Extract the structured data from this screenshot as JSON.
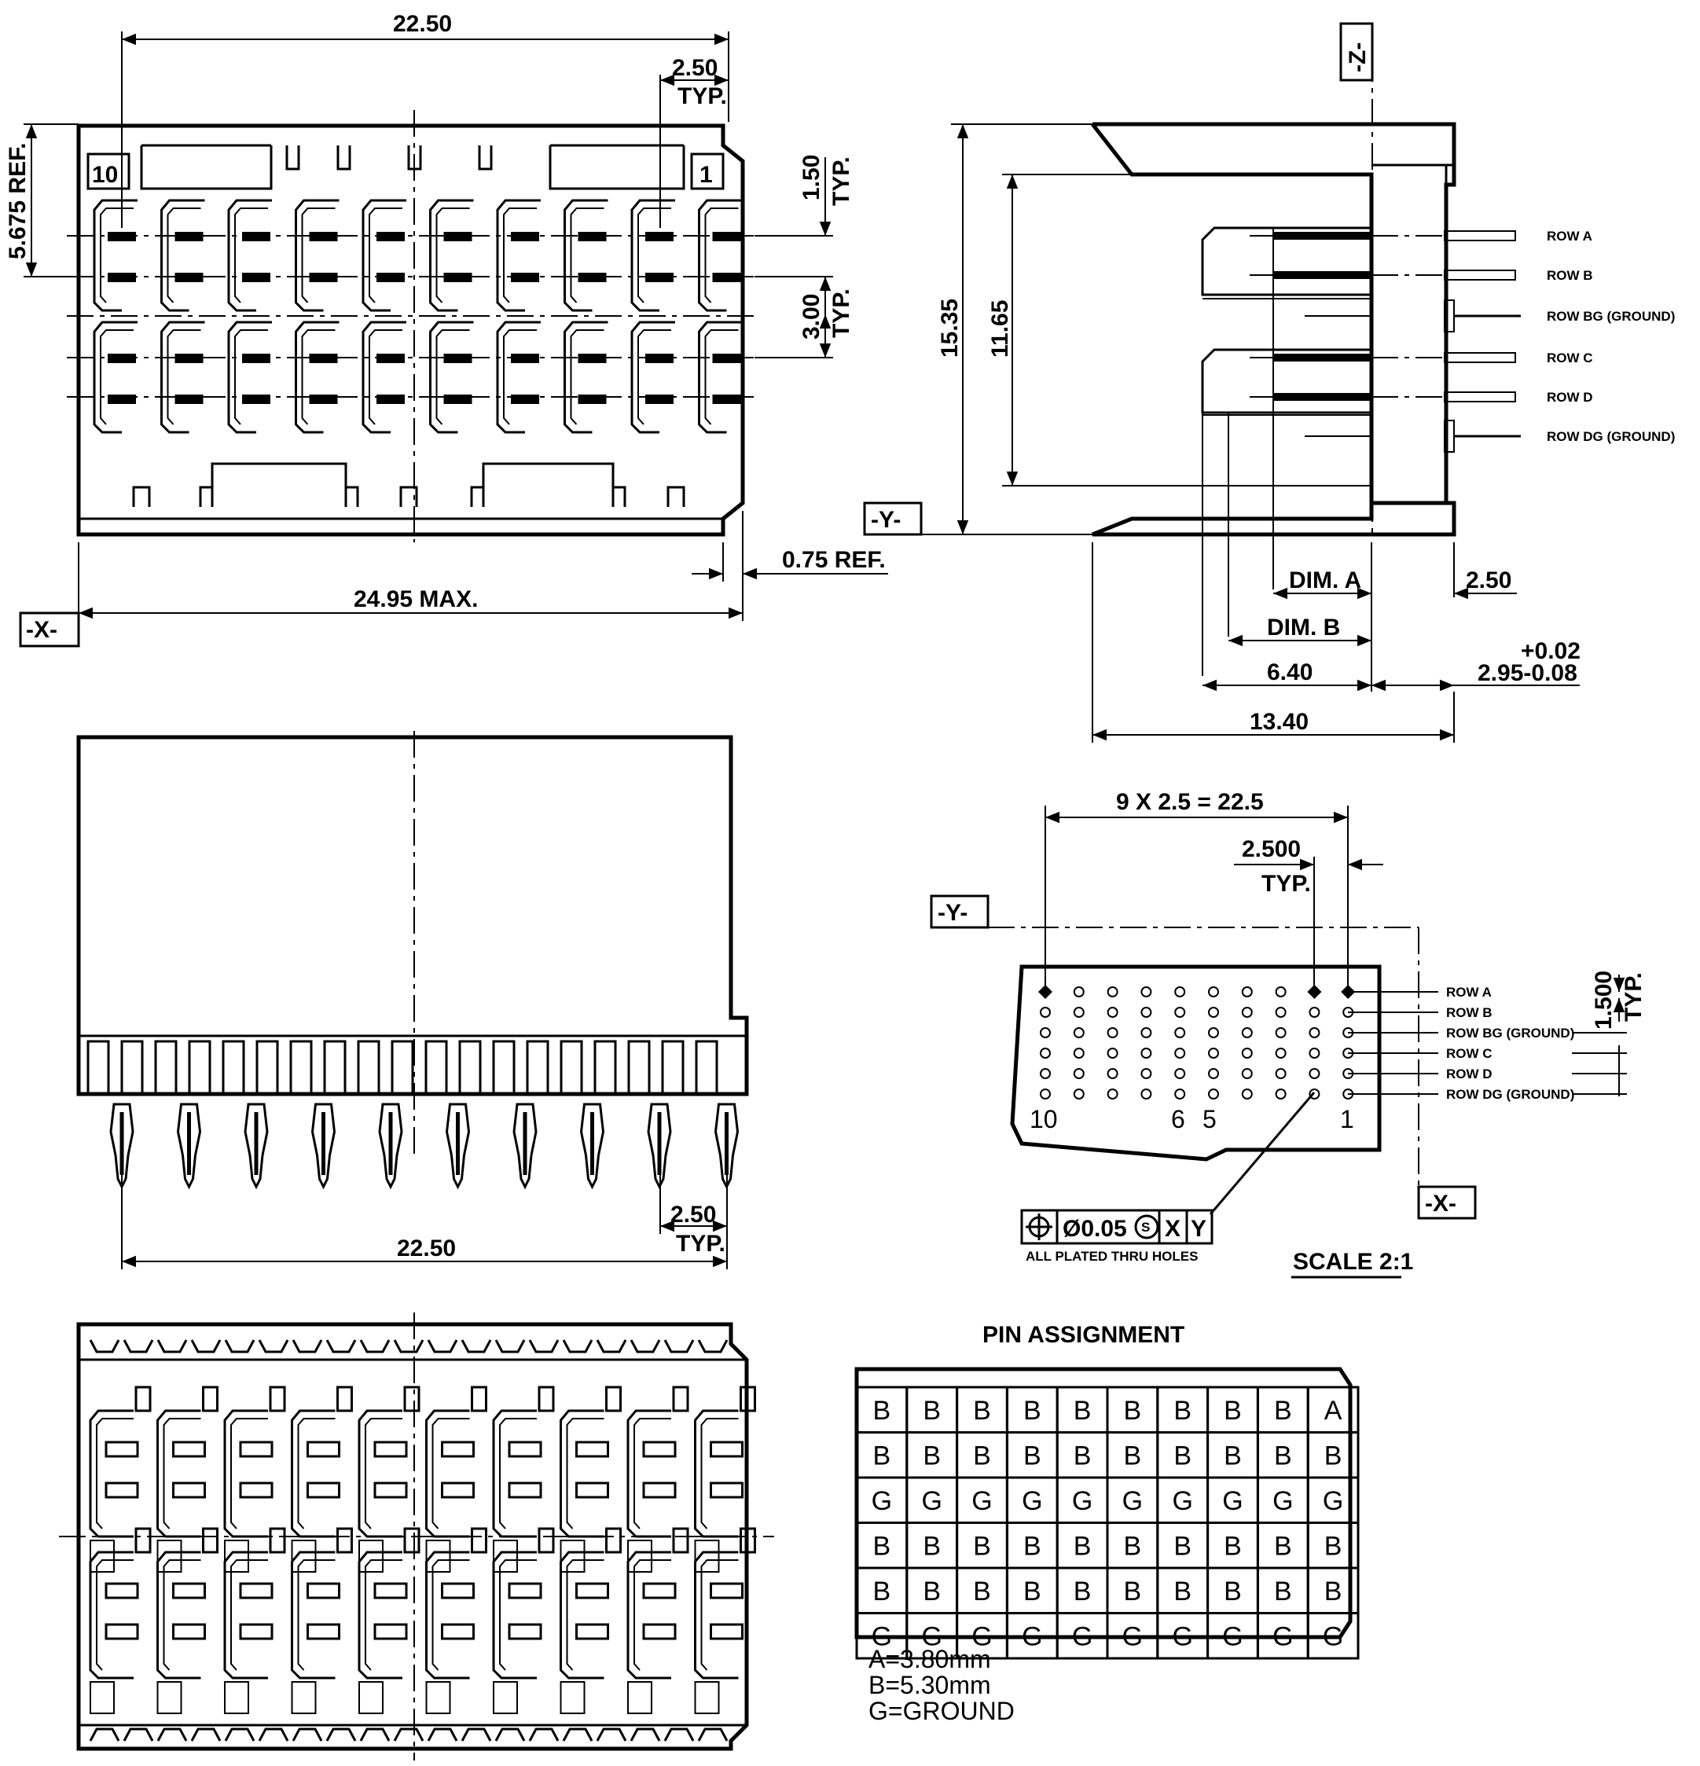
{
  "top_view": {
    "dim_width": "22.50",
    "dim_pitch": "2.50",
    "dim_pitch_note": "TYP.",
    "dim_ref_height": "5.675 REF.",
    "dim_row_pitch_a": "1.50",
    "dim_row_pitch_b": "3.00",
    "typ": "TYP.",
    "dim_offset": "0.75 REF.",
    "dim_overall": "24.95 MAX.",
    "datum_x": "-X-",
    "label_pos_10": "10",
    "label_pos_1": "1"
  },
  "side_view": {
    "datum_z": "-Z-",
    "datum_y": "-Y-",
    "dim_height": "15.35",
    "dim_inner_height": "11.65",
    "rows": [
      "ROW A",
      "ROW B",
      "ROW BG (GROUND)",
      "ROW C",
      "ROW D",
      "ROW DG (GROUND)"
    ],
    "dim_a": "DIM. A",
    "dim_b": "DIM. B",
    "dim_tail": "2.50",
    "dim_640": "6.40",
    "dim_tol_plus": "+0.02",
    "dim_tol_main": "2.95-0.08",
    "dim_depth": "13.40"
  },
  "front_view": {
    "dim_width": "22.50",
    "dim_pitch": "2.50",
    "dim_pitch_note": "TYP."
  },
  "pcb_layout": {
    "dim_span": "9 X 2.5 = 22.5",
    "dim_pitch": "2.500",
    "dim_pitch_note": "TYP.",
    "datum_y": "-Y-",
    "datum_x": "-X-",
    "dim_row": "1.500",
    "dim_row_note": "TYP.",
    "rows": [
      "ROW A",
      "ROW B",
      "ROW BG (GROUND)",
      "ROW C",
      "ROW D",
      "ROW DG (GROUND)"
    ],
    "col_labels": [
      "10",
      "6",
      "5",
      "1"
    ],
    "fcf_symbol": "⌖",
    "fcf_tolerance": "Ø0.05",
    "fcf_modifier": "S",
    "fcf_datum_1": "X",
    "fcf_datum_2": "Y",
    "fcf_note": "ALL PLATED THRU HOLES",
    "scale": "SCALE 2:1"
  },
  "pin_assignment": {
    "title": "PIN ASSIGNMENT",
    "grid": [
      [
        "B",
        "B",
        "B",
        "B",
        "B",
        "B",
        "B",
        "B",
        "B",
        "A"
      ],
      [
        "B",
        "B",
        "B",
        "B",
        "B",
        "B",
        "B",
        "B",
        "B",
        "B"
      ],
      [
        "G",
        "G",
        "G",
        "G",
        "G",
        "G",
        "G",
        "G",
        "G",
        "G"
      ],
      [
        "B",
        "B",
        "B",
        "B",
        "B",
        "B",
        "B",
        "B",
        "B",
        "B"
      ],
      [
        "B",
        "B",
        "B",
        "B",
        "B",
        "B",
        "B",
        "B",
        "B",
        "B"
      ],
      [
        "G",
        "G",
        "G",
        "G",
        "G",
        "G",
        "G",
        "G",
        "G",
        "G"
      ]
    ],
    "legend": [
      "A=3.80mm",
      "B=5.30mm",
      "G=GROUND"
    ]
  }
}
